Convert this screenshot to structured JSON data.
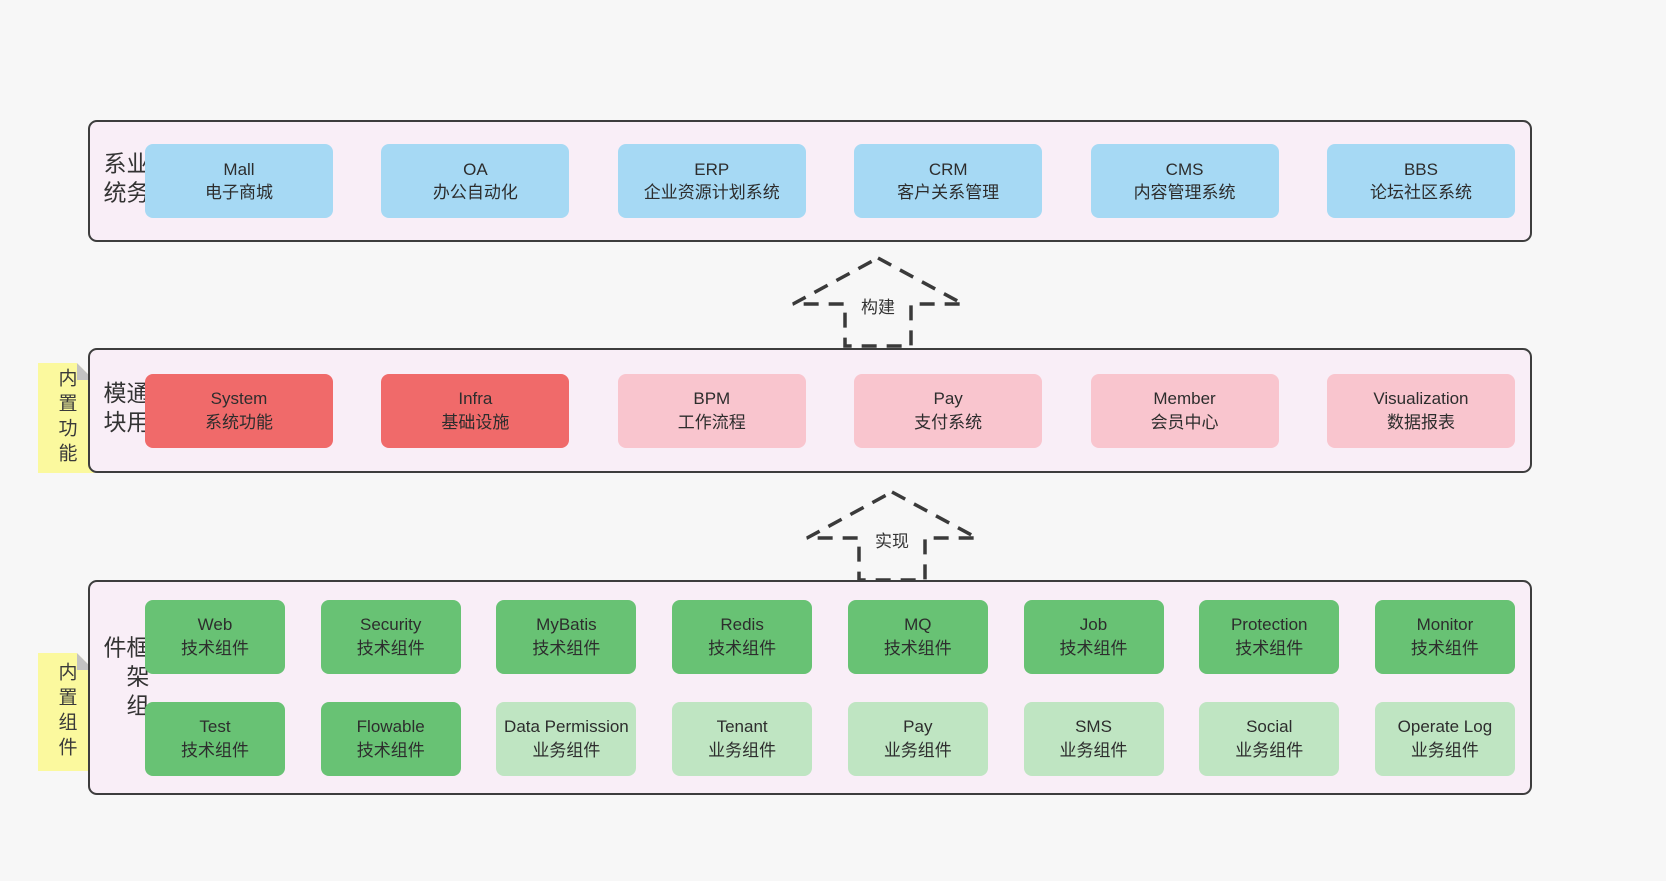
{
  "colors": {
    "page_bg": "#f7f7f7",
    "band_bg": "#f9eef7",
    "band_border": "#3d3d3d",
    "blue": "#a6d9f4",
    "red": "#f06a6a",
    "pink": "#f9c5ce",
    "green": "#68c274",
    "green_light": "#bfe5c2",
    "yellow": "#fbf99e",
    "fold_gray": "#c2c2c2",
    "text": "#2e2e2e",
    "arrow": "#3a3a3a"
  },
  "bands": [
    {
      "label": "业务系统",
      "rows": [
        [
          {
            "en": "Mall",
            "zh": "电子商城",
            "type": "blue"
          },
          {
            "en": "OA",
            "zh": "办公自动化",
            "type": "blue"
          },
          {
            "en": "ERP",
            "zh": "企业资源计划系统",
            "type": "blue"
          },
          {
            "en": "CRM",
            "zh": "客户关系管理",
            "type": "blue"
          },
          {
            "en": "CMS",
            "zh": "内容管理系统",
            "type": "blue"
          },
          {
            "en": "BBS",
            "zh": "论坛社区系统",
            "type": "blue"
          }
        ]
      ]
    },
    {
      "label": "通用模块",
      "sticky": "内置功能",
      "rows": [
        [
          {
            "en": "System",
            "zh": "系统功能",
            "type": "red"
          },
          {
            "en": "Infra",
            "zh": "基础设施",
            "type": "red"
          },
          {
            "en": "BPM",
            "zh": "工作流程",
            "type": "pink"
          },
          {
            "en": "Pay",
            "zh": "支付系统",
            "type": "pink"
          },
          {
            "en": "Member",
            "zh": "会员中心",
            "type": "pink"
          },
          {
            "en": "Visualization",
            "zh": "数据报表",
            "type": "pink"
          }
        ]
      ]
    },
    {
      "label": "框架组件",
      "sticky": "内置组件",
      "rows": [
        [
          {
            "en": "Web",
            "zh": "技术组件",
            "type": "green"
          },
          {
            "en": "Security",
            "zh": "技术组件",
            "type": "green"
          },
          {
            "en": "MyBatis",
            "zh": "技术组件",
            "type": "green"
          },
          {
            "en": "Redis",
            "zh": "技术组件",
            "type": "green"
          },
          {
            "en": "MQ",
            "zh": "技术组件",
            "type": "green"
          },
          {
            "en": "Job",
            "zh": "技术组件",
            "type": "green"
          },
          {
            "en": "Protection",
            "zh": "技术组件",
            "type": "green"
          },
          {
            "en": "Monitor",
            "zh": "技术组件",
            "type": "green"
          }
        ],
        [
          {
            "en": "Test",
            "zh": "技术组件",
            "type": "green"
          },
          {
            "en": "Flowable",
            "zh": "技术组件",
            "type": "green"
          },
          {
            "en": "Data Permission",
            "zh": "业务组件",
            "type": "green_light"
          },
          {
            "en": "Tenant",
            "zh": "业务组件",
            "type": "green_light"
          },
          {
            "en": "Pay",
            "zh": "业务组件",
            "type": "green_light"
          },
          {
            "en": "SMS",
            "zh": "业务组件",
            "type": "green_light"
          },
          {
            "en": "Social",
            "zh": "业务组件",
            "type": "green_light"
          },
          {
            "en": "Operate Log",
            "zh": "业务组件",
            "type": "green_light"
          }
        ]
      ]
    }
  ],
  "arrows": [
    {
      "label": "构建"
    },
    {
      "label": "实现"
    }
  ]
}
